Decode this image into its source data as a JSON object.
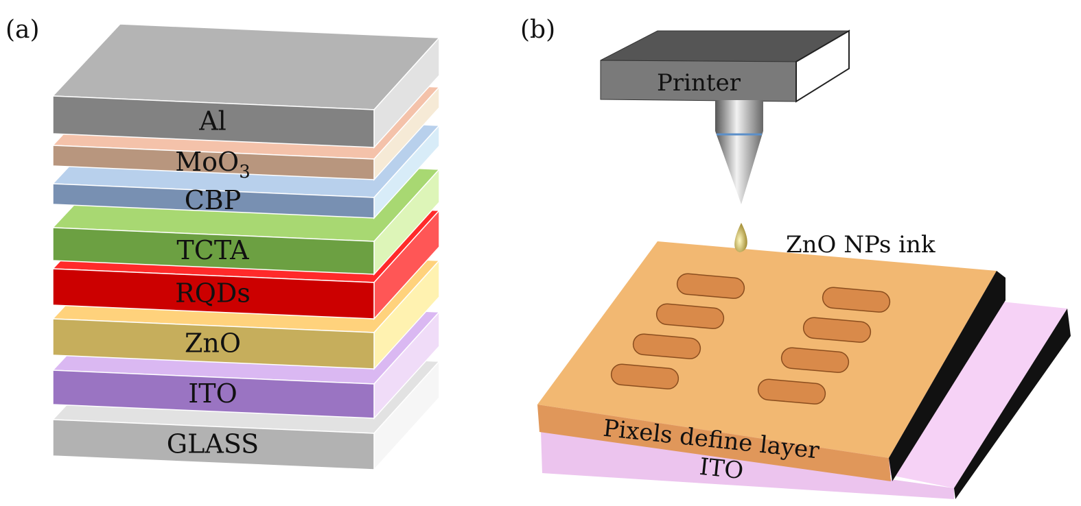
{
  "panel_a": {
    "label": "(a)",
    "layers": [
      {
        "name": "GLASS",
        "top": "#e2e2e2",
        "front": "#b2b2b2",
        "side": "#f6f6f6"
      },
      {
        "name": "ITO",
        "top": "#dab8f2",
        "front": "#9a74c2",
        "side": "#f0dcf8"
      },
      {
        "name": "ZnO",
        "top": "#ffd27c",
        "front": "#c6ae5c",
        "side": "#fff2b0"
      },
      {
        "name": "RQDs",
        "top": "#ff2a2a",
        "front": "#cc0000",
        "side": "#ff5656"
      },
      {
        "name": "TCTA",
        "top": "#a8d872",
        "front": "#6ca042",
        "side": "#ddf5b8"
      },
      {
        "name": "CBP",
        "top": "#b8d0ec",
        "front": "#7890b2",
        "side": "#d8ecf8"
      },
      {
        "name": "MoO",
        "sub": "3",
        "top": "#f4c2aa",
        "front": "#b8967e",
        "side": "#f6ead6"
      },
      {
        "name": "Al",
        "top": "#b4b4b4",
        "front": "#828282",
        "side": "#e2e2e2"
      }
    ]
  },
  "panel_b": {
    "label": "(b)",
    "printer_label": "Printer",
    "ink_label": "ZnO NPs ink",
    "pdl_label": "Pixels define layer",
    "ito_label": "ITO",
    "colors": {
      "pdl_top": "#f2b872",
      "pdl_front": "#e0975a",
      "ito_top": "#f6d2f6",
      "ito_front": "#ecc4ee",
      "printer_top": "#555555",
      "printer_front": "#7a7a7a"
    }
  }
}
